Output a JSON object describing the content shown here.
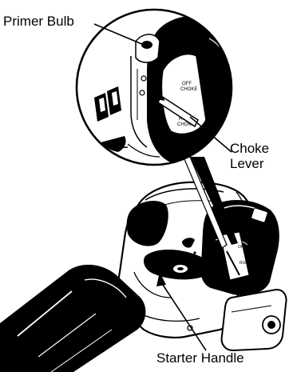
{
  "callouts": {
    "primer_bulb": "Primer Bulb",
    "choke_lever_line1": "Choke",
    "choke_lever_line2": "Lever",
    "starter_handle": "Starter Handle"
  },
  "colors": {
    "ink": "#000000",
    "paper": "#ffffff"
  },
  "illustration": {
    "subject": "string trimmer engine with magnified detail of choke and primer",
    "magnifier_label_off": "OFF",
    "magnifier_label_choke_top": "CHOKE",
    "magnifier_label_run": "RUN",
    "magnifier_label_choke_bottom": "CHOKE"
  }
}
